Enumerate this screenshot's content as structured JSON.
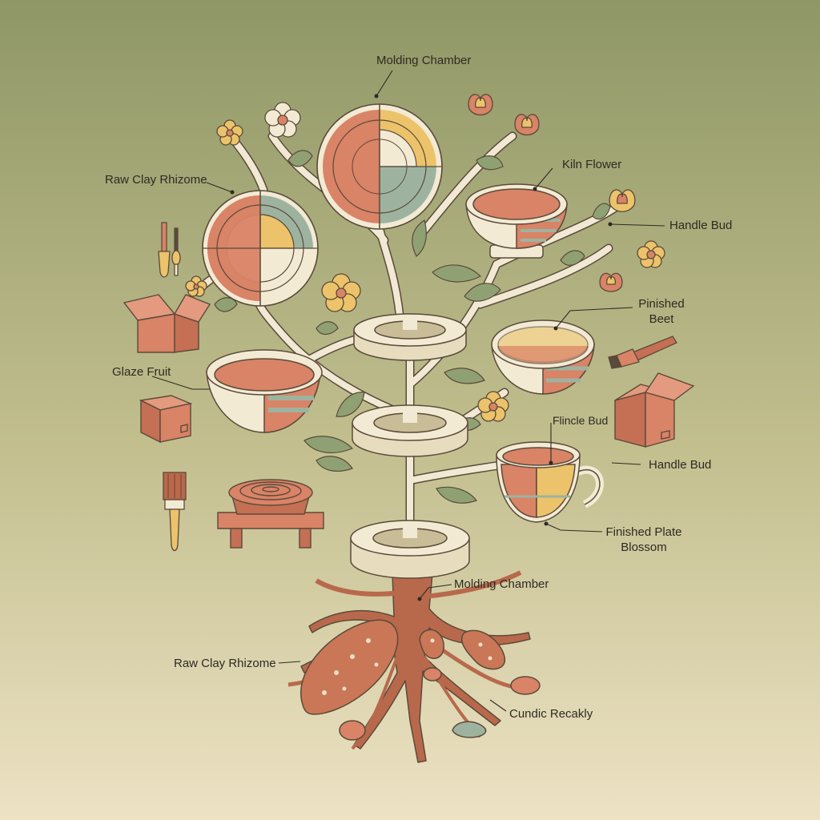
{
  "labels": {
    "molding_chamber_top": "Molding Chamber",
    "raw_clay_top": "Raw Clay Rhizome",
    "kiln_flower": "Kiln Flower",
    "handle_bud_top": "Handle Bud",
    "pinished_line1": "Pinished",
    "pinished_line2": "Beet",
    "glaze_fruit": "Glaze Fruit",
    "flincle_bud": "Flincle Bud",
    "handle_bud_mid": "Handle Bud",
    "finished_plate_line1": "Finished Plate",
    "finished_plate_line2": "Blossom",
    "molding_chamber_bottom": "Molding Chamber",
    "raw_clay_bottom": "Raw Clay Rhizome",
    "cundic_recakly": "Cundic Recakly"
  },
  "colors": {
    "background_top": "#8f9766",
    "background_bottom": "#ede2c4",
    "branch": "#f1e9d3",
    "outline": "#5a4a3a",
    "terracotta": "#d98367",
    "mustard": "#ecc36a",
    "sage": "#9db3a0",
    "cream": "#f3ead4",
    "leaf": "#8fa173",
    "root": "#b8694c"
  },
  "icons": [
    "plate-icon",
    "bowl-icon",
    "cup-icon",
    "flower-icon",
    "leaf-icon",
    "box-icon",
    "paintbrush-icon",
    "pottery-wheel-icon",
    "carving-tools-icon",
    "brush-icon",
    "clay-tuber-icon",
    "pebble-icon"
  ]
}
